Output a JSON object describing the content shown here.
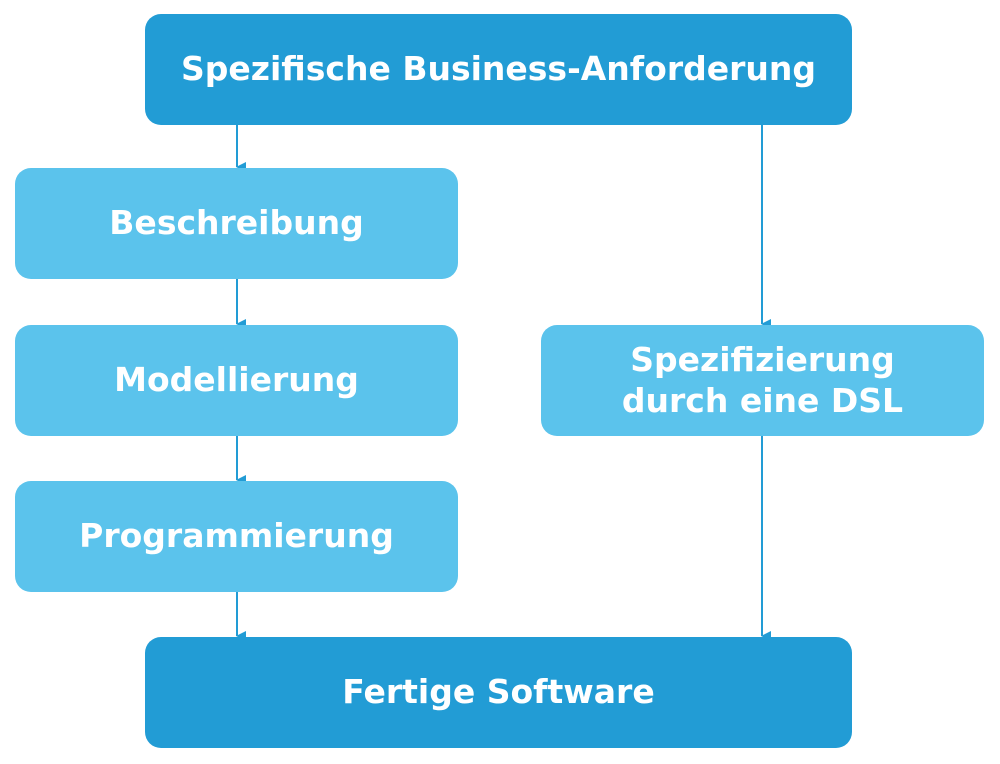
{
  "diagram": {
    "top": {
      "label": "Spezifische Business-Anforderung"
    },
    "left_steps": [
      {
        "label": "Beschreibung"
      },
      {
        "label": "Modellierung"
      },
      {
        "label": "Programmierung"
      }
    ],
    "right_step": {
      "line1": "Spezifizierung",
      "line2": "durch eine DSL"
    },
    "bottom": {
      "label": "Fertige Software"
    },
    "colors": {
      "dark_box": "#229cd5",
      "light_box": "#5bc3ec",
      "arrow": "#229cd5",
      "text": "#ffffff"
    }
  }
}
